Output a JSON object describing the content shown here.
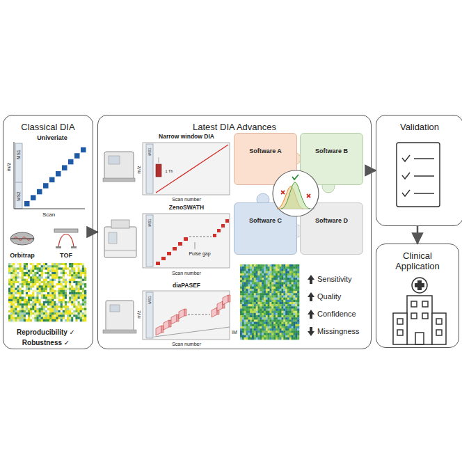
{
  "diagram": {
    "nodes": [
      {
        "text": [
          "Classical DIA"
        ]
      },
      {
        "text": [
          "Latest DIA Advances"
        ]
      },
      {
        "text": [
          "Validation"
        ]
      },
      {
        "text": [
          "Clinical Application"
        ]
      },
      {
        "text": [
          "Software A"
        ],
        "in": 1
      },
      {
        "text": [
          "Software B"
        ],
        "in": 1
      },
      {
        "text": [
          "Software C"
        ],
        "in": 1
      },
      {
        "text": [
          "Software D"
        ],
        "in": 1
      }
    ],
    "edges": [
      {
        "from": 0,
        "to": 1,
        "arrow": "to"
      },
      {
        "from": 1,
        "to": 2,
        "arrow": "to"
      },
      {
        "from": 2,
        "to": 3,
        "arrow": "to"
      }
    ],
    "labels": [
      "Univeriate",
      "m/z",
      "MS1",
      "MS2",
      "Scan",
      "Orbitrap",
      "TOF",
      "Reproducibility ✓",
      "Robustness ✓",
      "Narrow window DIA",
      "MS1",
      "m/z",
      "1 Th",
      "Scan number",
      "ZenoSWATH",
      "MS1",
      "Pulse gap",
      "Scan number",
      "diaPASEF",
      "MS1",
      "m/z",
      "Scan number",
      "IM",
      "Sensitivity",
      "Quality",
      "Confidence",
      "Missingness"
    ]
  }
}
